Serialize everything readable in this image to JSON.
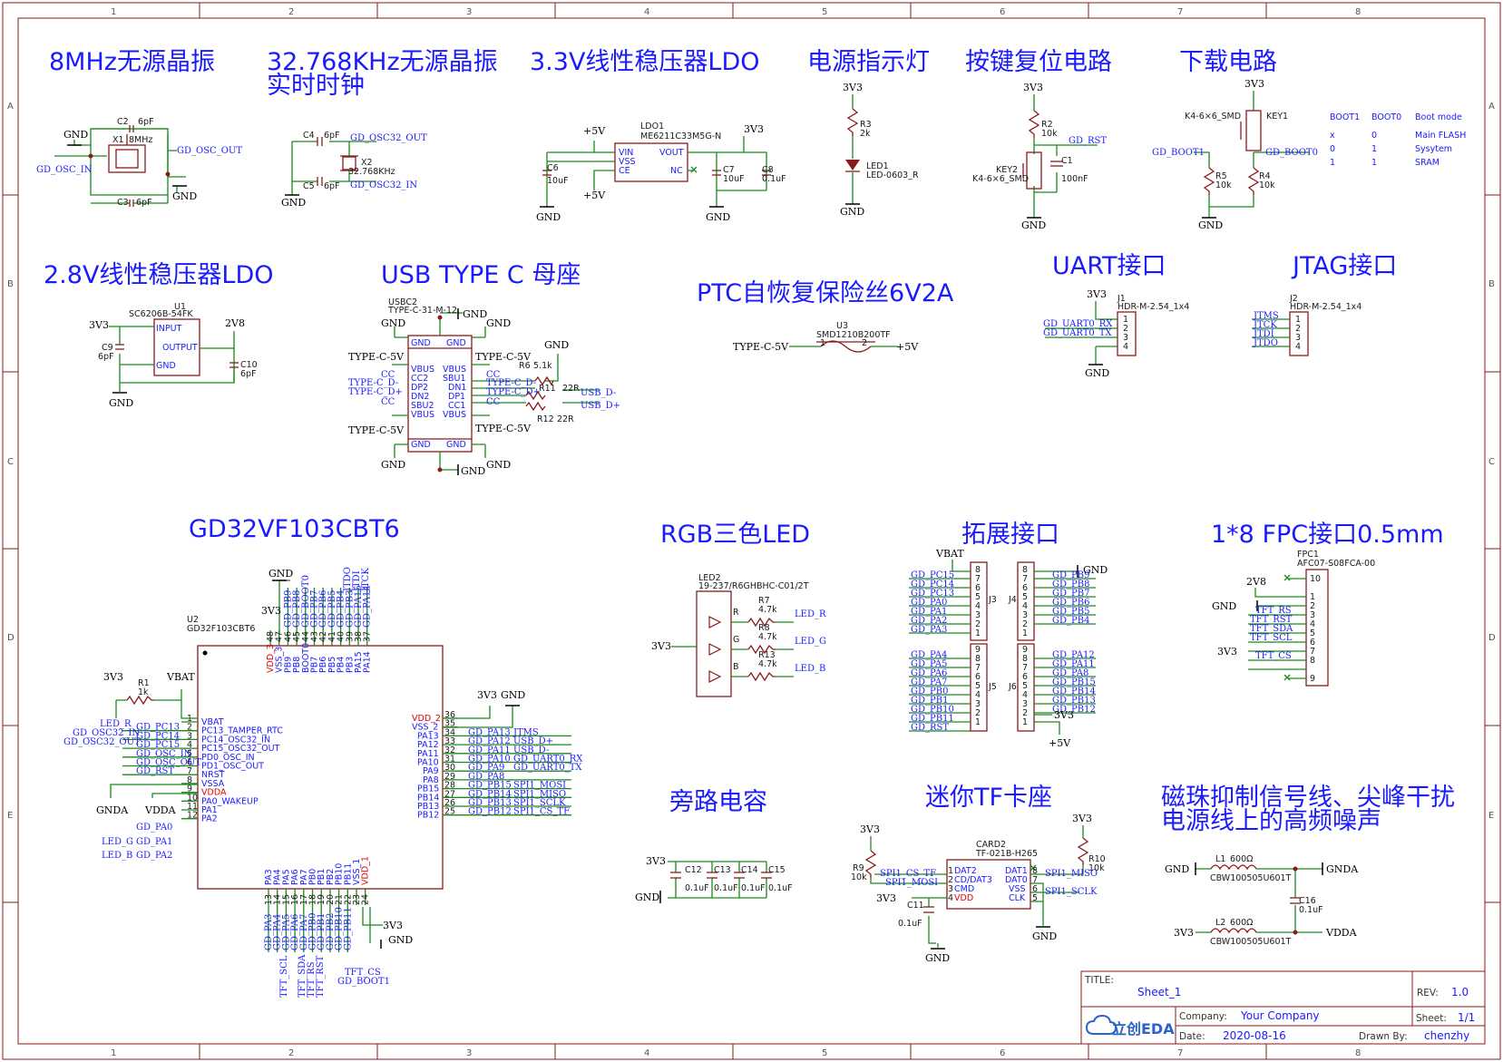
{
  "frame": {
    "columns": [
      "1",
      "2",
      "3",
      "4",
      "5",
      "6",
      "7",
      "8"
    ],
    "rows": [
      "A",
      "B",
      "C",
      "D",
      "E"
    ]
  },
  "sections": {
    "osc8m": "8MHz无源晶振",
    "osc32_l1": "32.768KHz无源晶振",
    "osc32_l2": "实时时钟",
    "ldo33": "3.3V线性稳压器LDO",
    "power_led": "电源指示灯",
    "reset": "按键复位电路",
    "download": "下载电路",
    "ldo28": "2.8V线性稳压器LDO",
    "usbc": "USB TYPE C 母座",
    "ptc": "PTC自恢复保险丝6V2A",
    "uart": "UART接口",
    "jtag": "JTAG接口",
    "mcu": "GD32VF103CBT6",
    "rgb": "RGB三色LED",
    "expand": "拓展接口",
    "fpc": "1*8 FPC接口0.5mm",
    "bypass": "旁路电容",
    "tf": "迷你TF卡座",
    "bead_l1": "磁珠抑制信号线、尖峰干扰",
    "bead_l2": "电源线上的高频噪声"
  },
  "osc8m": {
    "c2": "C2",
    "c2v": "6pF",
    "c3": "C3",
    "c3v": "6pF",
    "x1": "X1",
    "x1v": "8MHz",
    "gnd1": "GND",
    "gnd2": "GND",
    "out": "GD_OSC_OUT",
    "in": "GD_OSC_IN"
  },
  "osc32": {
    "c4": "C4",
    "c4v": "6pF",
    "c5": "C5",
    "c5v": "6pF",
    "x2": "X2",
    "x2v": "32.768KHz",
    "out": "GD_OSC32_OUT",
    "in": "GD_OSC32_IN",
    "gnd": "GND"
  },
  "ldo33": {
    "ref": "LDO1",
    "part": "ME6211C33M5G-N",
    "vin": "VIN",
    "vss": "VSS",
    "ce": "CE",
    "vout": "VOUT",
    "nc": "NC",
    "p5v_a": "+5V",
    "p5v_b": "+5V",
    "v33": "3V3",
    "c6": "C6",
    "c6v": "10uF",
    "c7": "C7",
    "c7v": "10uF",
    "c8": "C8",
    "c8v": "0.1uF",
    "gnd1": "GND",
    "gnd2": "GND"
  },
  "pled": {
    "v33": "3V3",
    "r3": "R3",
    "r3v": "2k",
    "led": "LED1",
    "ledv": "LED-0603_R",
    "gnd": "GND"
  },
  "reset": {
    "v33": "3V3",
    "r2": "R2",
    "r2v": "10k",
    "net": "GD_RST",
    "key": "KEY2",
    "keyv": "K4-6×6_SMD",
    "c1": "C1",
    "c1v": "100nF",
    "gnd": "GND"
  },
  "download": {
    "v33": "3V3",
    "keyv": "K4-6×6_SMD",
    "key": "KEY1",
    "boot1": "GD_BOOT1",
    "boot0": "GD_BOOT0",
    "r5": "R5",
    "r5v": "10k",
    "r4": "R4",
    "r4v": "10k",
    "gnd": "GND",
    "table": {
      "headers": [
        "BOOT1",
        "BOOT0",
        "Boot mode"
      ],
      "rows": [
        [
          "x",
          "0",
          "Main FLASH"
        ],
        [
          "0",
          "1",
          "Sysytem"
        ],
        [
          "1",
          "1",
          "SRAM"
        ]
      ]
    }
  },
  "ldo28": {
    "ref": "U1",
    "part": "SC6206B-54FK",
    "input": "INPUT",
    "output": "OUTPUT",
    "gndp": "GND",
    "v33": "3V3",
    "v28": "2V8",
    "c9": "C9",
    "c9v": "6pF",
    "c10": "C10",
    "c10v": "6pF",
    "gnd": "GND"
  },
  "usbc": {
    "ref": "USBC2",
    "part": "TYPE-C-31-M-12",
    "gnd": "GND",
    "v5": "TYPE-C-5V",
    "left_pins": [
      "GND",
      "VBUS",
      "CC2",
      "DP2",
      "DN2",
      "SBU2",
      "VBUS",
      "GND"
    ],
    "right_pins": [
      "GND",
      "VBUS",
      "SBU1",
      "DN1",
      "DP1",
      "CC1",
      "VBUS",
      "GND"
    ],
    "r6": "R6",
    "r6v": "5.1k",
    "r11": "R11",
    "r11v": "22R",
    "r12": "R12",
    "r12v": "22R",
    "dm": "USB_D-",
    "dp": "USB_D+",
    "tcd_m": "TYPE-C_D-",
    "tcd_p": "TYPE-C_D+",
    "cc": "CC"
  },
  "ptc": {
    "ref": "U3",
    "part": "SMD1210B200TF",
    "in": "TYPE-C-5V",
    "out": "+5V",
    "p1": "1",
    "p2": "2"
  },
  "uart": {
    "ref": "J1",
    "part": "HDR-M-2.54_1x4",
    "v33": "3V3",
    "rx": "GD_UART0_RX",
    "tx": "GD_UART0_TX",
    "gnd": "GND",
    "pins": [
      "1",
      "2",
      "3",
      "4"
    ]
  },
  "jtag": {
    "ref": "J2",
    "part": "HDR-M-2.54_1x4",
    "nets": [
      "JTMS",
      "JTCK",
      "JTDI",
      "JTDO"
    ],
    "pins": [
      "1",
      "2",
      "3",
      "4"
    ]
  },
  "mcu": {
    "ref": "U2",
    "part": "GD32F103CBT6",
    "left": [
      {
        "n": "1",
        "name": "VBAT",
        "net": ""
      },
      {
        "n": "2",
        "name": "PC13_TAMPER_RTC",
        "net": "GD_PC13"
      },
      {
        "n": "3",
        "name": "PC14_OSC32_IN",
        "net": "GD_PC14"
      },
      {
        "n": "4",
        "name": "PC15_OSC32_OUT",
        "net": "GD_PC15"
      },
      {
        "n": "5",
        "name": "PD0_OSC_IN",
        "net": "GD_OSC_IN"
      },
      {
        "n": "6",
        "name": "PD1_OSC_OUT",
        "net": "GD_OSC_OUT"
      },
      {
        "n": "7",
        "name": "NRST",
        "net": "GD_RST"
      },
      {
        "n": "8",
        "name": "VSSA",
        "net": ""
      },
      {
        "n": "9",
        "name": "VDDA",
        "net": ""
      },
      {
        "n": "10",
        "name": "PA0_WAKEUP",
        "net": ""
      },
      {
        "n": "11",
        "name": "PA1",
        "net": ""
      },
      {
        "n": "12",
        "name": "PA2",
        "net": ""
      }
    ],
    "left_far": [
      "LED_R",
      "GD_OSC32_IN",
      "GD_OSC32_OUT"
    ],
    "right": [
      {
        "n": "36",
        "name": "VDD_2",
        "net": ""
      },
      {
        "n": "35",
        "name": "VSS_2",
        "net": ""
      },
      {
        "n": "34",
        "name": "PA13",
        "net": "GD_PA13",
        "far": "JTMS"
      },
      {
        "n": "33",
        "name": "PA12",
        "net": "GD_PA12",
        "far": "USB_D+"
      },
      {
        "n": "32",
        "name": "PA11",
        "net": "GD_PA11",
        "far": "USB_D-"
      },
      {
        "n": "31",
        "name": "PA10",
        "net": "GD_PA10",
        "far": "GD_UART0_RX"
      },
      {
        "n": "30",
        "name": "PA9",
        "net": "GD_PA9",
        "far": "GD_UART0_TX"
      },
      {
        "n": "29",
        "name": "PA8",
        "net": "GD_PA8",
        "far": ""
      },
      {
        "n": "28",
        "name": "PB15",
        "net": "GD_PB15",
        "far": "SPI1_MOSI"
      },
      {
        "n": "27",
        "name": "PB14",
        "net": "GD_PB14",
        "far": "SPI1_MISO"
      },
      {
        "n": "26",
        "name": "PB13",
        "net": "GD_PB13",
        "far": "SPI1_SCLK"
      },
      {
        "n": "25",
        "name": "PB12",
        "net": "GD_PB12",
        "far": "SPI1_CS_TF"
      }
    ],
    "top": [
      {
        "n": "48",
        "name": "VDD_3",
        "net": ""
      },
      {
        "n": "47",
        "name": "VSS_3",
        "net": ""
      },
      {
        "n": "46",
        "name": "PB9",
        "net": "GD_PB9"
      },
      {
        "n": "45",
        "name": "PB8",
        "net": "GD_PB8"
      },
      {
        "n": "44",
        "name": "BOOT0",
        "net": "GD_BOOT0"
      },
      {
        "n": "43",
        "name": "PB7",
        "net": "GD_PB7"
      },
      {
        "n": "42",
        "name": "PB6",
        "net": "GD_PB6"
      },
      {
        "n": "41",
        "name": "PB5",
        "net": "GD_PB5"
      },
      {
        "n": "40",
        "name": "PB4",
        "net": "GD_PB4"
      },
      {
        "n": "39",
        "name": "PB3",
        "net": "GD_PB3"
      },
      {
        "n": "38",
        "name": "PA15",
        "net": "GD_PA15"
      },
      {
        "n": "37",
        "name": "PA14",
        "net": "GD_PA14"
      }
    ],
    "top_far": [
      "JTDO",
      "JTDI",
      "JTCK"
    ],
    "bottom": [
      {
        "n": "13",
        "name": "PA3",
        "net": "GD_PA3"
      },
      {
        "n": "14",
        "name": "PA4",
        "net": "GD_PA4"
      },
      {
        "n": "15",
        "name": "PA5",
        "net": "GD_PA5"
      },
      {
        "n": "16",
        "name": "PA6",
        "net": "GD_PA6"
      },
      {
        "n": "17",
        "name": "PA7",
        "net": "GD_PA7"
      },
      {
        "n": "18",
        "name": "PB0",
        "net": "GD_PB0"
      },
      {
        "n": "19",
        "name": "PB1",
        "net": "GD_PB1"
      },
      {
        "n": "20",
        "name": "PB2",
        "net": "GD_PB2"
      },
      {
        "n": "21",
        "name": "PB10",
        "net": "GD_PB10"
      },
      {
        "n": "22",
        "name": "PB11",
        "net": "GD_PB11"
      },
      {
        "n": "23",
        "name": "VSS_1",
        "net": ""
      },
      {
        "n": "24",
        "name": "VDD_1",
        "net": ""
      }
    ],
    "bottom_far": [
      "TFT_SCL",
      "TFT_SDA",
      "TFT_RS",
      "TFT_RST",
      "TFT_CS",
      "GD_BOOT1"
    ],
    "gnd": "GND",
    "v33": "3V3",
    "vbat": "VBAT",
    "r1": "R1",
    "r1v": "1k",
    "gnda": "GNDA",
    "vdda": "VDDA",
    "led_g": "LED_G",
    "led_b": "LED_B",
    "pa0": "GD_PA0",
    "pa1": "GD_PA1",
    "pa2": "GD_PA2"
  },
  "rgb": {
    "ref": "LED2",
    "part": "19-237/R6GHBHC-C01/2T",
    "v33": "3V3",
    "ch": [
      "R",
      "G",
      "B"
    ],
    "r": [
      {
        "ref": "R7",
        "v": "4.7k",
        "net": "LED_R"
      },
      {
        "ref": "R8",
        "v": "4.7k",
        "net": "LED_G"
      },
      {
        "ref": "R13",
        "v": "4.7k",
        "net": "LED_B"
      }
    ]
  },
  "expand": {
    "vbat": "VBAT",
    "gnd": "GND",
    "v33": "3V3",
    "p5v": "+5V",
    "j3": {
      "ref": "J3",
      "nets": [
        "GD_PC15",
        "GD_PC14",
        "GD_PC13",
        "GD_PA0",
        "GD_PA1",
        "GD_PA2",
        "GD_PA3"
      ],
      "pins": [
        "8",
        "7",
        "6",
        "5",
        "4",
        "3",
        "2",
        "1"
      ]
    },
    "j4": {
      "ref": "J4",
      "nets": [
        "GD_PB9",
        "GD_PB8",
        "GD_PB7",
        "GD_PB6",
        "GD_PB5",
        "GD_PB4"
      ],
      "pins": [
        "8",
        "7",
        "6",
        "5",
        "4",
        "3",
        "2",
        "1"
      ]
    },
    "j5": {
      "ref": "J5",
      "nets": [
        "GD_PA4",
        "GD_PA5",
        "GD_PA6",
        "GD_PA7",
        "GD_PB0",
        "GD_PB1",
        "GD_PB10",
        "GD_PB11",
        "GD_RST"
      ],
      "pins": [
        "9",
        "8",
        "7",
        "6",
        "5",
        "4",
        "3",
        "2",
        "1"
      ]
    },
    "j6": {
      "ref": "J6",
      "nets": [
        "GD_PA12",
        "GD_PA11",
        "GD_PA8",
        "GD_PB15",
        "GD_PB14",
        "GD_PB13",
        "GD_PB12"
      ],
      "pins": [
        "9",
        "8",
        "7",
        "6",
        "5",
        "4",
        "3",
        "2",
        "1"
      ]
    }
  },
  "fpc": {
    "ref": "FPC1",
    "part": "AFC07-S08FCA-00",
    "v28": "2V8",
    "gnd": "GND",
    "v33": "3V3",
    "nets": [
      "TFT_RS",
      "TFT_RST",
      "TFT_SDA",
      "TFT_SCL",
      "TFT_CS"
    ],
    "pins": [
      "10",
      "1",
      "2",
      "3",
      "4",
      "5",
      "6",
      "7",
      "8",
      "9"
    ]
  },
  "bypass": {
    "v33": "3V3",
    "gnd": "GND",
    "caps": [
      {
        "ref": "C12",
        "v": "0.1uF"
      },
      {
        "ref": "C13",
        "v": "0.1uF"
      },
      {
        "ref": "C14",
        "v": "0.1uF"
      },
      {
        "ref": "C15",
        "v": "0.1uF"
      }
    ]
  },
  "tf": {
    "ref": "CARD2",
    "part": "TF-021B-H265",
    "left_pins": [
      "DAT2",
      "CD/DAT3",
      "CMD",
      "VDD"
    ],
    "left_nums": [
      "1",
      "2",
      "3",
      "4"
    ],
    "right_pins": [
      "DAT1",
      "DAT0",
      "VSS",
      "CLK"
    ],
    "right_nums": [
      "8",
      "7",
      "6",
      "5"
    ],
    "v33a": "3V3",
    "v33b": "3V3",
    "v33c": "3V3",
    "r9": "R9",
    "r9v": "10k",
    "r10": "R10",
    "r10v": "10k",
    "cs": "SPI1_CS_TF",
    "mosi": "SPI1_MOSI",
    "miso": "SPI1_MISO",
    "sclk": "SPI1_SCLK",
    "c11": "C11",
    "c11v": "0.1uF",
    "gnd1": "GND",
    "gnd2": "GND"
  },
  "bead": {
    "l1": "L1",
    "l1v": "600Ω",
    "l1p": "CBW100505U601T",
    "l2": "L2",
    "l2v": "600Ω",
    "l2p": "CBW100505U601T",
    "gnd": "GND",
    "gnda": "GNDA",
    "v33": "3V3",
    "vdda": "VDDA",
    "c16": "C16",
    "c16v": "0.1uF"
  },
  "titleblock": {
    "title_label": "TITLE:",
    "title": "Sheet_1",
    "rev_label": "REV:",
    "rev": "1.0",
    "company_label": "Company:",
    "company": "Your Company",
    "sheet_label": "Sheet:",
    "sheet": "1/1",
    "date_label": "Date:",
    "date": "2020-08-16",
    "drawn_label": "Drawn By:",
    "drawn": "chenzhy",
    "logo": "立创EDA"
  },
  "colors": {
    "wire": "#1a8a1a",
    "body": "#8b1a1a",
    "net": "#1a1aff",
    "title": "#1a1aff",
    "frame": "#8b1a1a"
  }
}
